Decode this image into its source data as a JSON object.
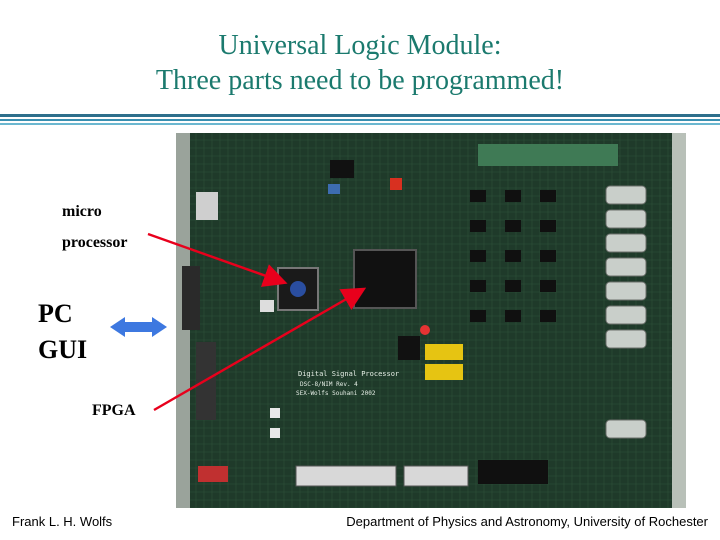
{
  "title": {
    "line1": "Universal Logic Module:",
    "line2": "Three parts need to be programmed!"
  },
  "labels": {
    "micro_line1": "micro",
    "micro_line2": "processor",
    "pc_line1": "PC",
    "pc_line2": "GUI",
    "fpga": "FPGA"
  },
  "board_silkscreen": {
    "line1": "Digital Signal Processor",
    "line2": "DSC-8/NIM Rev. 4",
    "line3": "SEX-Wolfs Souhani 2002"
  },
  "footer": {
    "left": "Frank L. H. Wolfs",
    "right": "Department of Physics and Astronomy, University of Rochester"
  },
  "colors": {
    "title": "#1b7a6e",
    "arrow_red": "#e8001c",
    "arrow_blue": "#3d78e0",
    "board_green": "#1f3a2a"
  }
}
